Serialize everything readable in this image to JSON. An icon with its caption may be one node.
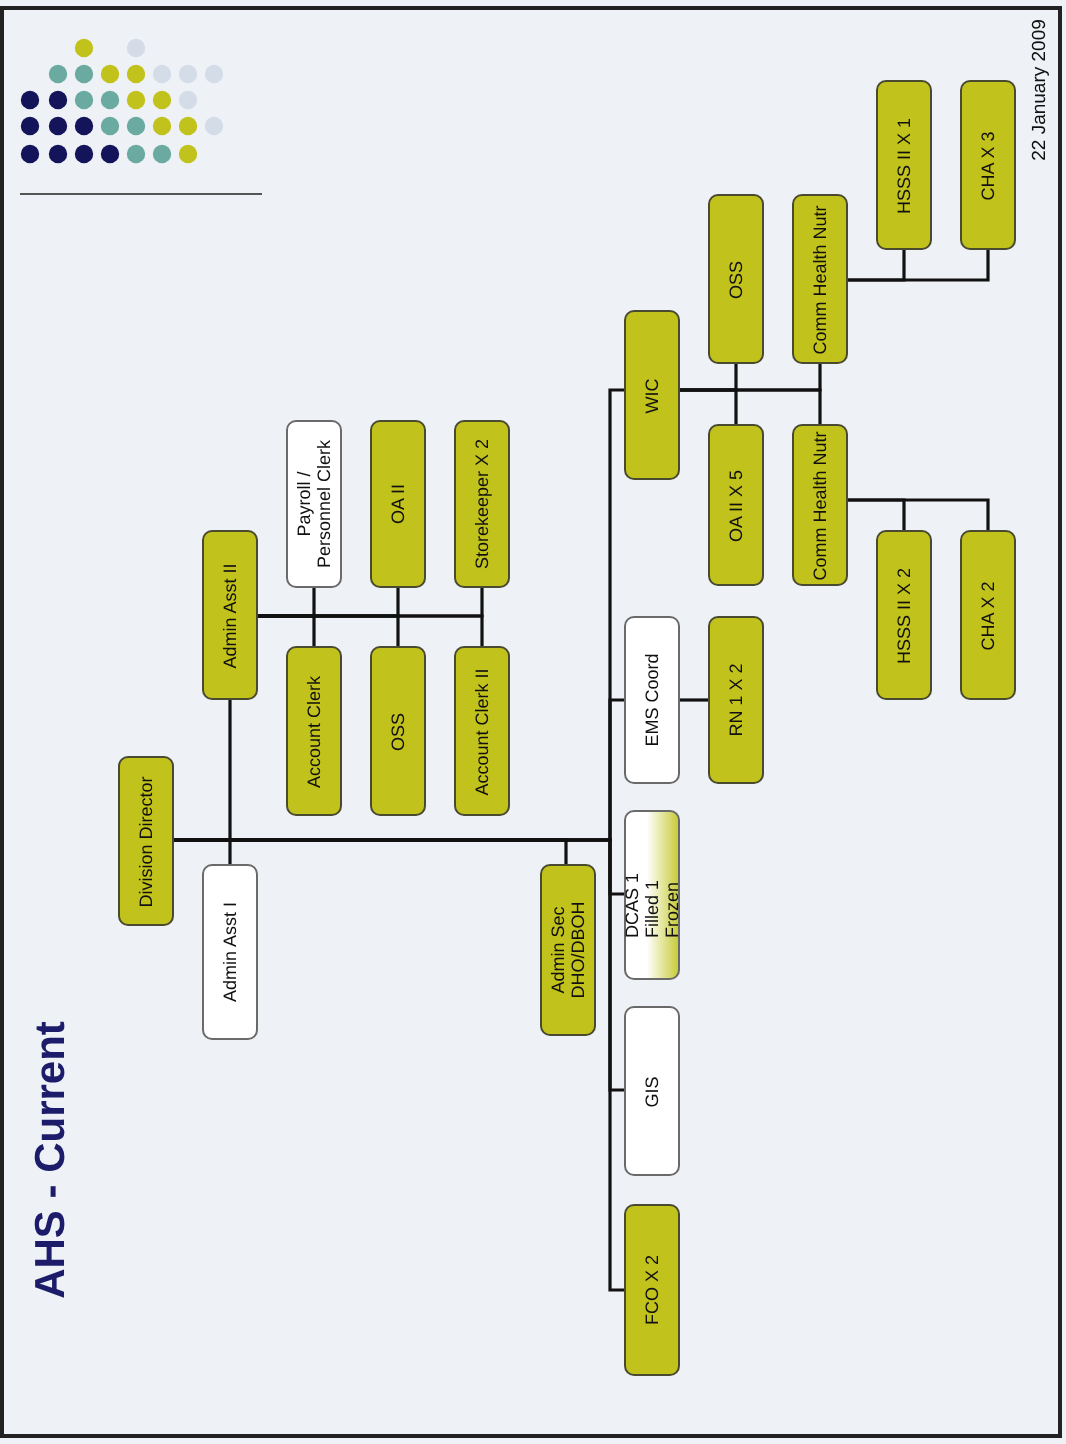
{
  "diagram": {
    "title": "AHS - Current",
    "nodes": [
      {
        "text": [
          "Division Director"
        ]
      },
      {
        "text": [
          "Admin Asst I"
        ]
      },
      {
        "text": [
          "Admin Asst II"
        ]
      },
      {
        "text": [
          "Payroll / Personnel Clerk"
        ]
      },
      {
        "text": [
          "Account Clerk"
        ]
      },
      {
        "text": [
          "OA II"
        ]
      },
      {
        "text": [
          "OSS"
        ]
      },
      {
        "text": [
          "Storekeeper X 2"
        ]
      },
      {
        "text": [
          "Account Clerk II"
        ]
      },
      {
        "text": [
          "Admin Sec DHO/DBOH"
        ]
      },
      {
        "text": [
          "DCAS 1 Filled 1 Frozen"
        ]
      },
      {
        "text": [
          "EMS Coord"
        ]
      },
      {
        "text": [
          "RN 1 X 2"
        ]
      },
      {
        "text": [
          "WIC"
        ]
      },
      {
        "text": [
          "GIS"
        ]
      },
      {
        "text": [
          "FCO X 2"
        ]
      },
      {
        "text": [
          "OSS"
        ]
      },
      {
        "text": [
          "OA II X 5"
        ]
      },
      {
        "text": [
          "Comm Health Nutr"
        ]
      },
      {
        "text": [
          "Comm Health Nutr"
        ]
      },
      {
        "text": [
          "HSSS II X 1"
        ]
      },
      {
        "text": [
          "CHA X 3"
        ]
      },
      {
        "text": [
          "HSSS II X 2"
        ]
      },
      {
        "text": [
          "CHA X 2"
        ]
      }
    ],
    "edges": [
      {
        "from": 0,
        "to": 1,
        "arrow": "none"
      },
      {
        "from": 0,
        "to": 2,
        "arrow": "none"
      },
      {
        "from": 0,
        "to": 9,
        "arrow": "none"
      },
      {
        "from": 0,
        "to": 13,
        "arrow": "none"
      },
      {
        "from": 0,
        "to": 11,
        "arrow": "none"
      },
      {
        "from": 0,
        "to": 10,
        "arrow": "none"
      },
      {
        "from": 0,
        "to": 14,
        "arrow": "none"
      },
      {
        "from": 0,
        "to": 15,
        "arrow": "none"
      },
      {
        "from": 11,
        "to": 12,
        "arrow": "none"
      },
      {
        "from": 2,
        "to": 3,
        "arrow": "none"
      },
      {
        "from": 2,
        "to": 4,
        "arrow": "none"
      },
      {
        "from": 2,
        "to": 5,
        "arrow": "none"
      },
      {
        "from": 2,
        "to": 6,
        "arrow": "none"
      },
      {
        "from": 2,
        "to": 7,
        "arrow": "none"
      },
      {
        "from": 2,
        "to": 8,
        "arrow": "none"
      },
      {
        "from": 13,
        "to": 16,
        "arrow": "none"
      },
      {
        "from": 13,
        "to": 17,
        "arrow": "none"
      },
      {
        "from": 13,
        "to": 18,
        "arrow": "none"
      },
      {
        "from": 13,
        "to": 19,
        "arrow": "none"
      },
      {
        "from": 18,
        "to": 20,
        "arrow": "none"
      },
      {
        "from": 18,
        "to": 21,
        "arrow": "none"
      },
      {
        "from": 19,
        "to": 22,
        "arrow": "none"
      },
      {
        "from": 19,
        "to": 23,
        "arrow": "none"
      }
    ],
    "labels": [
      "22 January 2009"
    ]
  }
}
